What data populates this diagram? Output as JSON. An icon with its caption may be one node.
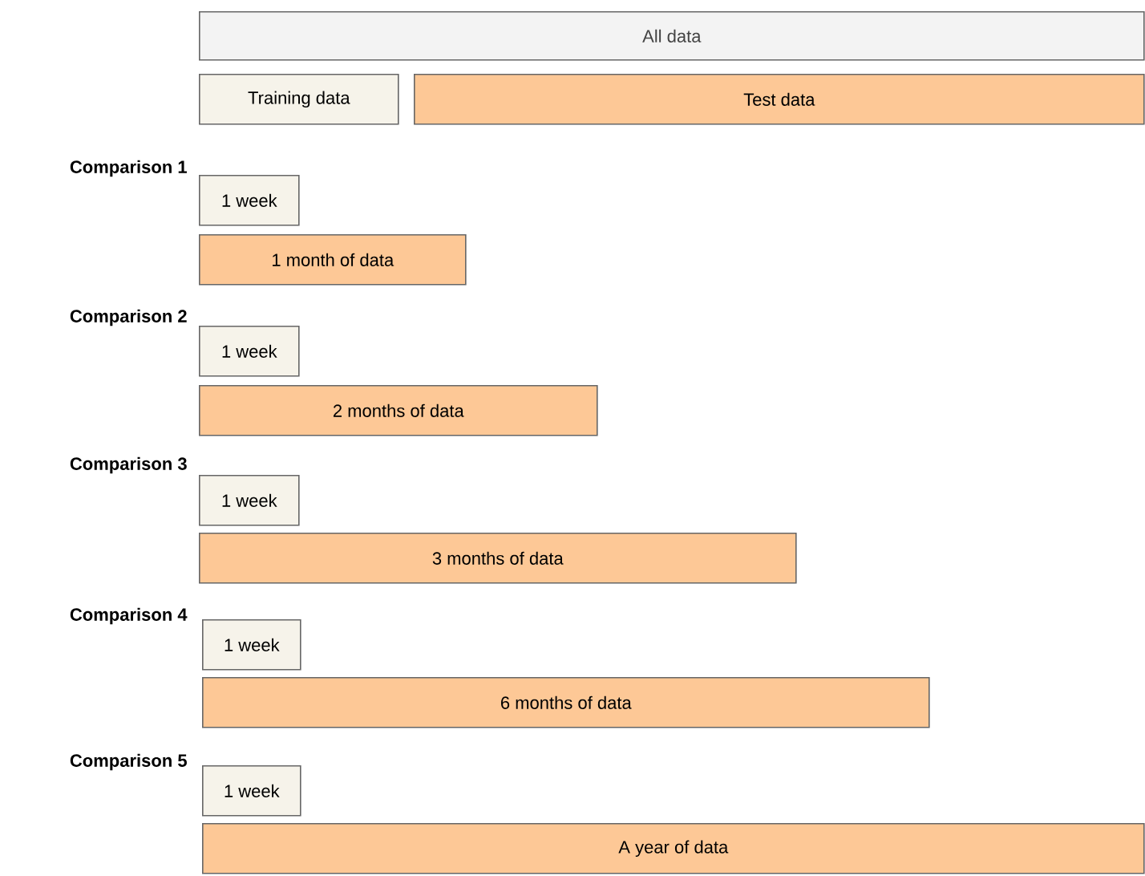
{
  "diagram": {
    "nodes": [
      {
        "text": [
          "All data"
        ]
      },
      {
        "text": [
          "Training data"
        ]
      },
      {
        "text": [
          "Test data"
        ]
      },
      {
        "text": [
          "1 week"
        ]
      },
      {
        "text": [
          "1 month of data"
        ]
      },
      {
        "text": [
          "1 week"
        ]
      },
      {
        "text": [
          "2 months of data"
        ]
      },
      {
        "text": [
          "1 week"
        ]
      },
      {
        "text": [
          "3 months of data"
        ]
      },
      {
        "text": [
          "1 week"
        ]
      },
      {
        "text": [
          "6 months of data"
        ]
      },
      {
        "text": [
          "1 week"
        ]
      },
      {
        "text": [
          "A year of data"
        ]
      }
    ],
    "labels": [
      "Comparison 1",
      "Comparison 2",
      "Comparison 3",
      "Comparison 4",
      "Comparison 5"
    ]
  }
}
